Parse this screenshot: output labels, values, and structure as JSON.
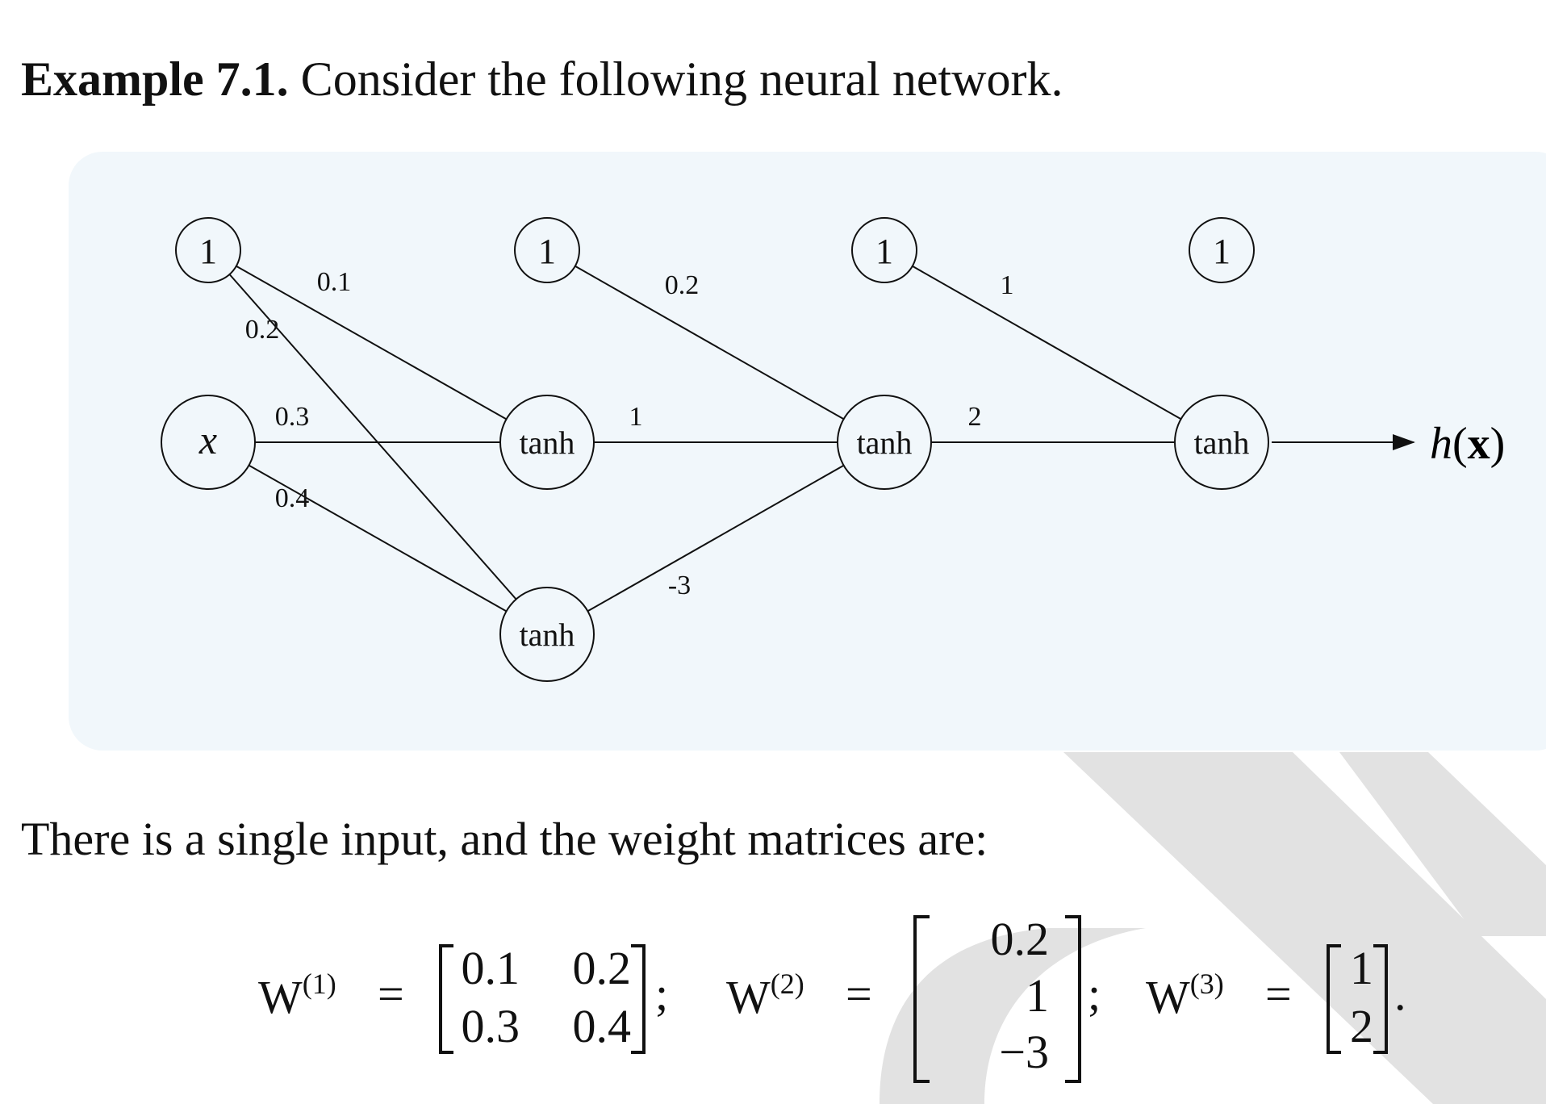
{
  "heading": {
    "label": "Example 7.1.",
    "text": "Consider the following neural network."
  },
  "body_text": "There is a single input, and the weight matrices are:",
  "diagram": {
    "nodes": [
      {
        "id": "bias-0",
        "label": "1",
        "layer": 0,
        "row": 0,
        "kind": "bias"
      },
      {
        "id": "input-x",
        "label": "x",
        "layer": 0,
        "row": 1,
        "kind": "input"
      },
      {
        "id": "bias-1",
        "label": "1",
        "layer": 1,
        "row": 0,
        "kind": "bias"
      },
      {
        "id": "h1-1",
        "label": "tanh",
        "layer": 1,
        "row": 1,
        "kind": "hidden"
      },
      {
        "id": "h1-2",
        "label": "tanh",
        "layer": 1,
        "row": 2,
        "kind": "hidden"
      },
      {
        "id": "bias-2",
        "label": "1",
        "layer": 2,
        "row": 0,
        "kind": "bias"
      },
      {
        "id": "h2-1",
        "label": "tanh",
        "layer": 2,
        "row": 1,
        "kind": "hidden"
      },
      {
        "id": "bias-3",
        "label": "1",
        "layer": 3,
        "row": 0,
        "kind": "bias"
      },
      {
        "id": "out",
        "label": "tanh",
        "layer": 3,
        "row": 1,
        "kind": "output"
      }
    ],
    "edges": [
      {
        "from": "bias-0",
        "to": "h1-1",
        "weight": "0.1"
      },
      {
        "from": "bias-0",
        "to": "h1-2",
        "weight": "0.2"
      },
      {
        "from": "input-x",
        "to": "h1-1",
        "weight": "0.3"
      },
      {
        "from": "input-x",
        "to": "h1-2",
        "weight": "0.4"
      },
      {
        "from": "bias-1",
        "to": "h2-1",
        "weight": "0.2"
      },
      {
        "from": "h1-1",
        "to": "h2-1",
        "weight": "1"
      },
      {
        "from": "h1-2",
        "to": "h2-1",
        "weight": "-3"
      },
      {
        "from": "bias-2",
        "to": "out",
        "weight": "1"
      },
      {
        "from": "h2-1",
        "to": "out",
        "weight": "2"
      }
    ],
    "output_label": {
      "h": "h",
      "open": "(",
      "x": "x",
      "close": ")"
    }
  },
  "matrices": {
    "w1": {
      "label": "W",
      "sup": "(1)",
      "rows": [
        [
          "0.1",
          "0.2"
        ],
        [
          "0.3",
          "0.4"
        ]
      ],
      "after": ";"
    },
    "w2": {
      "label": "W",
      "sup": "(2)",
      "rows": [
        [
          "0.2"
        ],
        [
          "1"
        ],
        [
          "−3"
        ]
      ],
      "after": ";"
    },
    "w3": {
      "label": "W",
      "sup": "(3)",
      "rows": [
        [
          "1"
        ],
        [
          "2"
        ]
      ],
      "after": "."
    },
    "equals": "="
  },
  "colors": {
    "panel": "#f1f7fb",
    "stroke": "#111111",
    "watermark": "#e2e2e2"
  }
}
